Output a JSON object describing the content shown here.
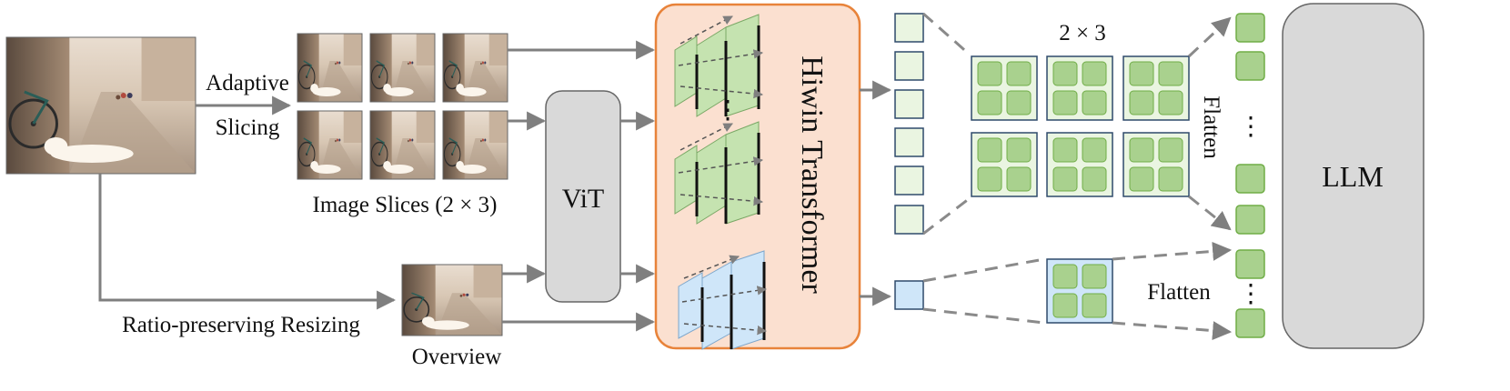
{
  "labels": {
    "adaptive": "Adaptive",
    "slicing": "Slicing",
    "image_slices": "Image Slices (2 × 3)",
    "ratio_resizing": "Ratio-preserving Resizing",
    "overview": "Overview",
    "vit": "ViT",
    "hiwin": "Hiwin Transformer",
    "grid": "2 × 3",
    "flatten_top": "Flatten",
    "flatten_bottom": "Flatten",
    "llm": "LLM",
    "ellipsis": "⋮"
  },
  "colors": {
    "arrow": "#7f7f7f",
    "vit_fill": "#d9d9d9",
    "llm_fill": "#d9d9d9",
    "hiwin_fill": "#fbe0d0",
    "hiwin_border": "#e8833a",
    "token_green": "#a9d18e",
    "token_green_border": "#70ad47",
    "light_green": "#eaf5e1",
    "light_blue": "#cfe6f9",
    "dark_blue_border": "#2e4a6b"
  },
  "image_slices": {
    "rows": 2,
    "cols": 3
  },
  "top_grid": {
    "rows": 2,
    "cols": 3
  }
}
